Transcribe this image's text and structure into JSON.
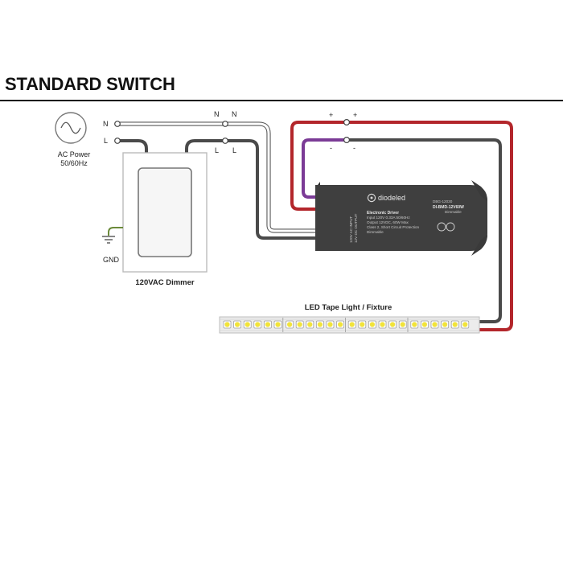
{
  "title": "STANDARD SWITCH",
  "ac_source": {
    "label_line1": "AC Power",
    "label_line2": "50/60Hz",
    "terminal_n": "N",
    "terminal_l": "L"
  },
  "junction_labels": {
    "n_left": "N",
    "n_right": "N",
    "l_left": "L",
    "l_right": "L"
  },
  "ground_label": "GND",
  "dimmer_label": "120VAC Dimmer",
  "driver": {
    "brand": "diodeled",
    "side_text_1": "120V AC INPUT",
    "side_text_2": "12V DC OUTPUT",
    "spec_lines": [
      "Electronic Driver",
      "Input 120V 0.33A 50/60Hz",
      "Output 12VDC, 60W Max",
      "Class 2, Short Circuit Protection",
      "Dimmable"
    ],
    "model_lines": [
      "DBG-12030",
      "DI-BMD-12V60W",
      "Dimmable"
    ]
  },
  "output_polarity": {
    "positive": "+",
    "negative": "-"
  },
  "tape_label": "LED Tape Light / Fixture",
  "colors": {
    "wire_black": "#4a4a4a",
    "wire_red": "#b3262b",
    "wire_purple": "#7b3b96",
    "wire_white_outline": "#5a5a5a",
    "ground_wire": "#6b8a3a",
    "driver_body": "#3f3f3f",
    "led_chip": "#f1e33a"
  }
}
